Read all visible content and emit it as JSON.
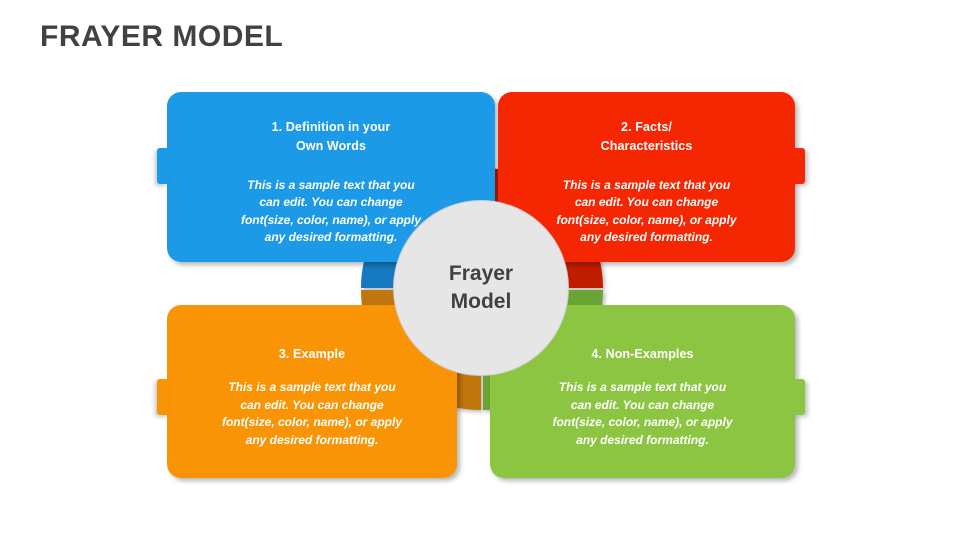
{
  "page": {
    "title": "FRAYER MODEL",
    "background": "#FFFFFF",
    "title_color": "#414141"
  },
  "center": {
    "line1": "Frayer",
    "line2": "Model",
    "fill": "#E6E6E6",
    "text_color": "#414141"
  },
  "body_text": "This is a sample text that you\ncan edit. You can change\nfont(size, color, name), or apply\nany desired formatting.",
  "quadrants": [
    {
      "id": "definition",
      "title": "1. Definition in your\nOwn Words",
      "body": "This is a sample text that you\ncan edit. You can change\nfont(size, color, name), or apply\nany desired formatting.",
      "color": "#1C9AE8",
      "ring_color": "#1278BE",
      "position": "top-left"
    },
    {
      "id": "facts-characteristics",
      "title": "2. Facts/\nCharacteristics",
      "body": "This is a sample text that you\ncan edit. You can change\nfont(size, color, name), or apply\nany desired formatting.",
      "color": "#F52703",
      "ring_color": "#C01A06",
      "position": "top-right"
    },
    {
      "id": "example",
      "title": "3. Example",
      "body": "This is a sample text that you\ncan edit. You can change\nfont(size, color, name), or apply\nany desired formatting.",
      "color": "#F89406",
      "ring_color": "#C1760A",
      "position": "bottom-left"
    },
    {
      "id": "non-examples",
      "title": "4. Non-Examples",
      "body": "This is a sample text that you\ncan edit. You can change\nfont(size, color, name), or apply\nany desired formatting.",
      "color": "#8CC542",
      "ring_color": "#6AA434",
      "position": "bottom-right"
    }
  ]
}
